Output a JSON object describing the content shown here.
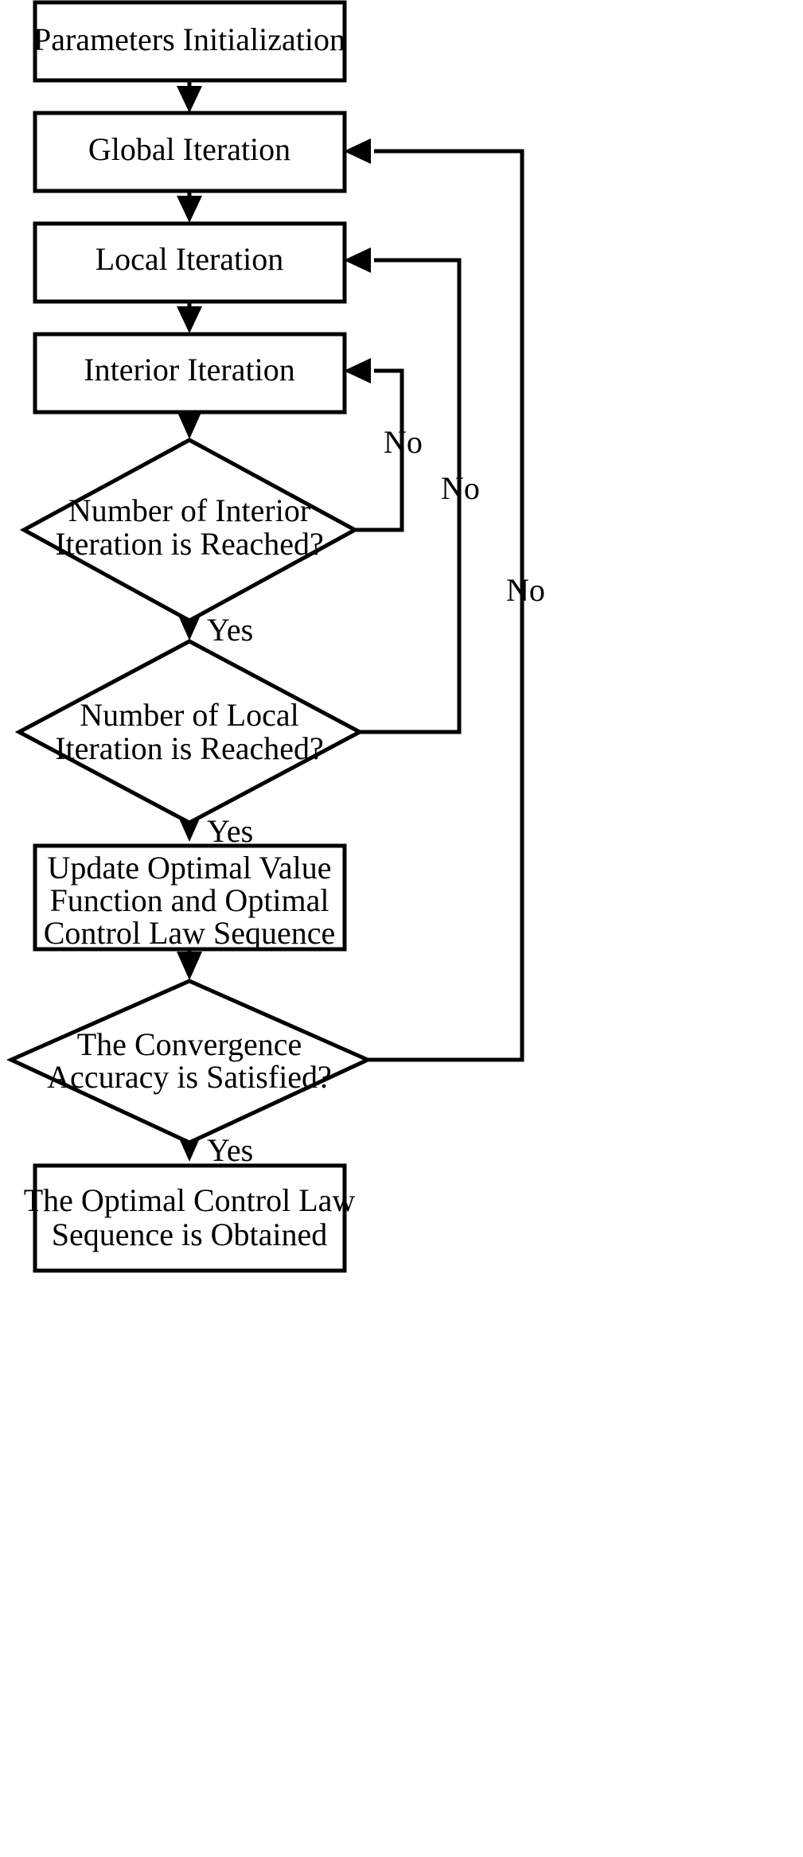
{
  "diagram": {
    "title": "Iterative Optimal Control Algorithm Flowchart",
    "type": "flowchart",
    "background_color": "#ffffff",
    "line_color": "#000000",
    "text_color": "#000000",
    "nodes": [
      {
        "id": "params-init",
        "shape": "process",
        "lines": [
          "Parameters Initialization"
        ]
      },
      {
        "id": "global-iteration",
        "shape": "process",
        "lines": [
          "Global Iteration"
        ]
      },
      {
        "id": "local-iteration",
        "shape": "process",
        "lines": [
          "Local Iteration"
        ]
      },
      {
        "id": "interior-iteration",
        "shape": "process",
        "lines": [
          "Interior Iteration"
        ]
      },
      {
        "id": "interior-decision",
        "shape": "decision",
        "lines": [
          "Number of Interior",
          "Iteration is Reached?"
        ]
      },
      {
        "id": "local-decision",
        "shape": "decision",
        "lines": [
          "Number of Local",
          "Iteration is Reached?"
        ]
      },
      {
        "id": "update-optimal",
        "shape": "process",
        "lines": [
          "Update Optimal Value",
          "Function and Optimal",
          "Control Law Sequence"
        ]
      },
      {
        "id": "convergence-decision",
        "shape": "decision",
        "lines": [
          "The Convergence",
          "Accuracy is Satisfied?"
        ]
      },
      {
        "id": "optimal-obtained",
        "shape": "process",
        "lines": [
          "The Optimal Control Law",
          "Sequence is Obtained"
        ]
      }
    ],
    "edge_labels": {
      "interior_no": "No",
      "local_no": "No",
      "convergence_no": "No",
      "interior_yes": "Yes",
      "local_yes": "Yes",
      "convergence_yes": "Yes"
    }
  }
}
